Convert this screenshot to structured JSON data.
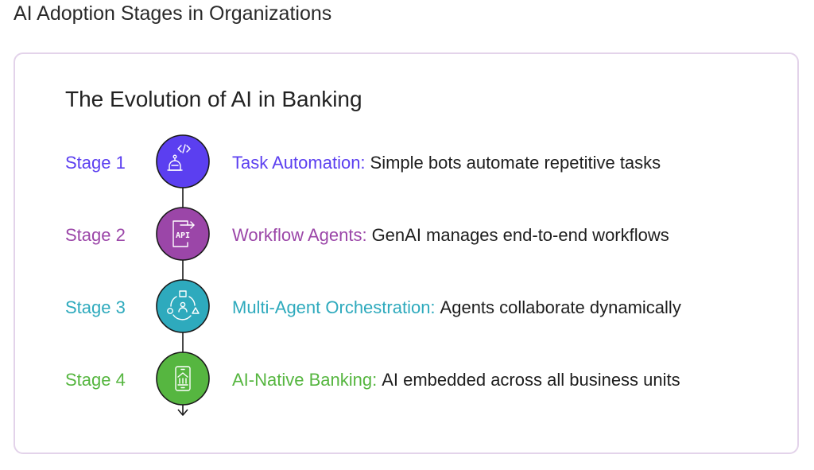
{
  "header": {
    "title": "AI Adoption Stages in Organizations"
  },
  "card": {
    "title": "The Evolution of AI in Banking"
  },
  "stages": [
    {
      "label": "Stage 1",
      "keyword": "Task Automation:",
      "description": "Simple bots automate repetitive tasks",
      "color": "#5b3ff0",
      "icon": "robot-code-icon"
    },
    {
      "label": "Stage 2",
      "keyword": "Workflow Agents:",
      "description": "GenAI manages end-to-end workflows",
      "color": "#9b46a8",
      "icon": "api-document-icon"
    },
    {
      "label": "Stage 3",
      "keyword": "Multi-Agent Orchestration:",
      "description": "Agents collaborate dynamically",
      "color": "#2eaabd",
      "icon": "agent-network-icon"
    },
    {
      "label": "Stage 4",
      "keyword": "AI-Native Banking:",
      "description": "AI embedded across all business units",
      "color": "#56b640",
      "icon": "mobile-bank-icon"
    }
  ],
  "api_icon_text": "API"
}
